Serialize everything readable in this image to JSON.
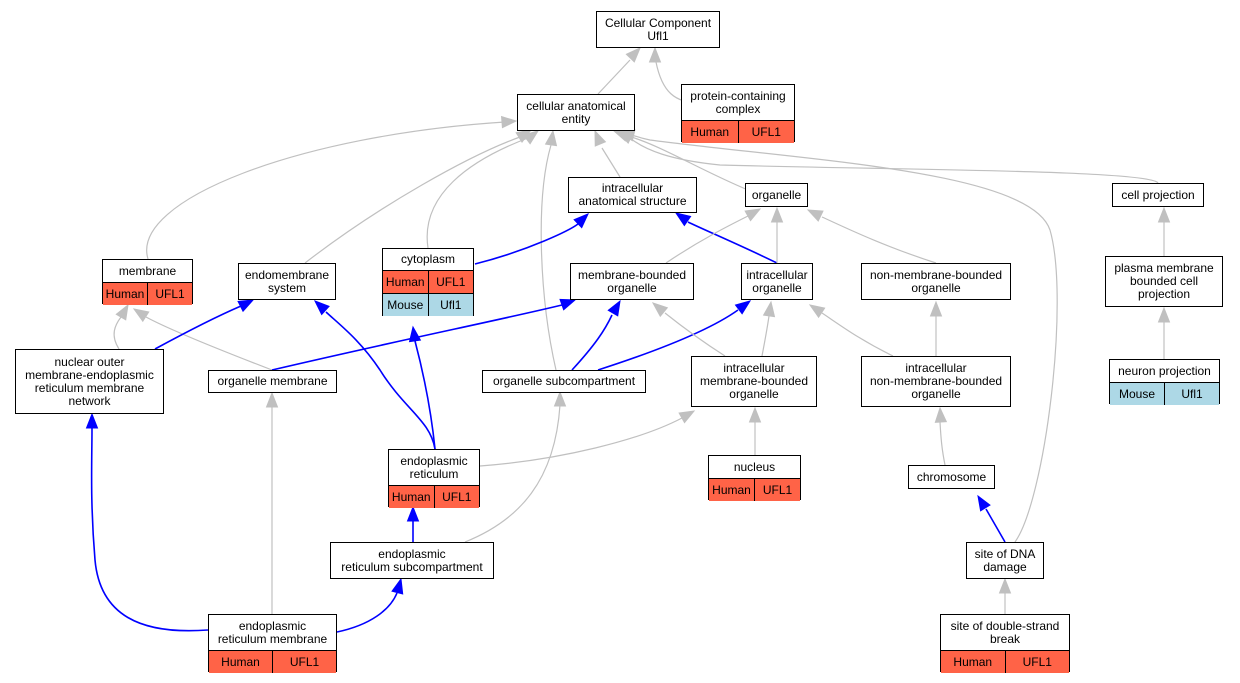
{
  "colors": {
    "human": "#ff6347",
    "mouse": "#add8e6",
    "is_a_edge": "#c0c0c0",
    "part_of_edge": "#0000ff"
  },
  "nodes": {
    "cellular_component": {
      "label": "Cellular Component\nUfl1"
    },
    "protein_containing_complex": {
      "label": "protein-containing\ncomplex",
      "annotations": [
        [
          "Human",
          "UFL1"
        ]
      ]
    },
    "cellular_anatomical_entity": {
      "label": "cellular anatomical\nentity"
    },
    "intracellular_anatomical_structure": {
      "label": "intracellular\nanatomical structure"
    },
    "organelle": {
      "label": "organelle"
    },
    "cell_projection": {
      "label": "cell projection"
    },
    "membrane": {
      "label": "membrane",
      "annotations": [
        [
          "Human",
          "UFL1"
        ]
      ]
    },
    "endomembrane_system": {
      "label": "endomembrane\nsystem"
    },
    "cytoplasm": {
      "label": "cytoplasm",
      "annotations": [
        [
          "Human",
          "UFL1"
        ],
        [
          "Mouse",
          "Ufl1"
        ]
      ]
    },
    "membrane_bounded_organelle": {
      "label": "membrane-bounded\norganelle"
    },
    "intracellular_organelle": {
      "label": "intracellular\norganelle"
    },
    "non_membrane_bounded_organelle": {
      "label": "non-membrane-bounded\norganelle"
    },
    "plasma_membrane_bounded_cell_projection": {
      "label": "plasma membrane\nbounded cell\nprojection"
    },
    "nuclear_outer_membrane": {
      "label": "nuclear outer\nmembrane-endoplasmic\nreticulum membrane\nnetwork"
    },
    "organelle_membrane": {
      "label": "organelle membrane"
    },
    "organelle_subcompartment": {
      "label": "organelle subcompartment"
    },
    "intracellular_membrane_bounded_organelle": {
      "label": "intracellular\nmembrane-bounded\norganelle"
    },
    "intracellular_non_membrane_bounded_organelle": {
      "label": "intracellular\nnon-membrane-bounded\norganelle"
    },
    "neuron_projection": {
      "label": "neuron projection",
      "annotations": [
        [
          "Mouse",
          "Ufl1"
        ]
      ]
    },
    "endoplasmic_reticulum": {
      "label": "endoplasmic\nreticulum",
      "annotations": [
        [
          "Human",
          "UFL1"
        ]
      ]
    },
    "nucleus": {
      "label": "nucleus",
      "annotations": [
        [
          "Human",
          "UFL1"
        ]
      ]
    },
    "chromosome": {
      "label": "chromosome"
    },
    "er_subcompartment": {
      "label": "endoplasmic\nreticulum subcompartment"
    },
    "site_of_dna_damage": {
      "label": "site of DNA\ndamage"
    },
    "er_membrane": {
      "label": "endoplasmic\nreticulum membrane",
      "annotations": [
        [
          "Human",
          "UFL1"
        ]
      ]
    },
    "site_of_double_strand_break": {
      "label": "site of double-strand\nbreak",
      "annotations": [
        [
          "Human",
          "UFL1"
        ]
      ]
    }
  }
}
